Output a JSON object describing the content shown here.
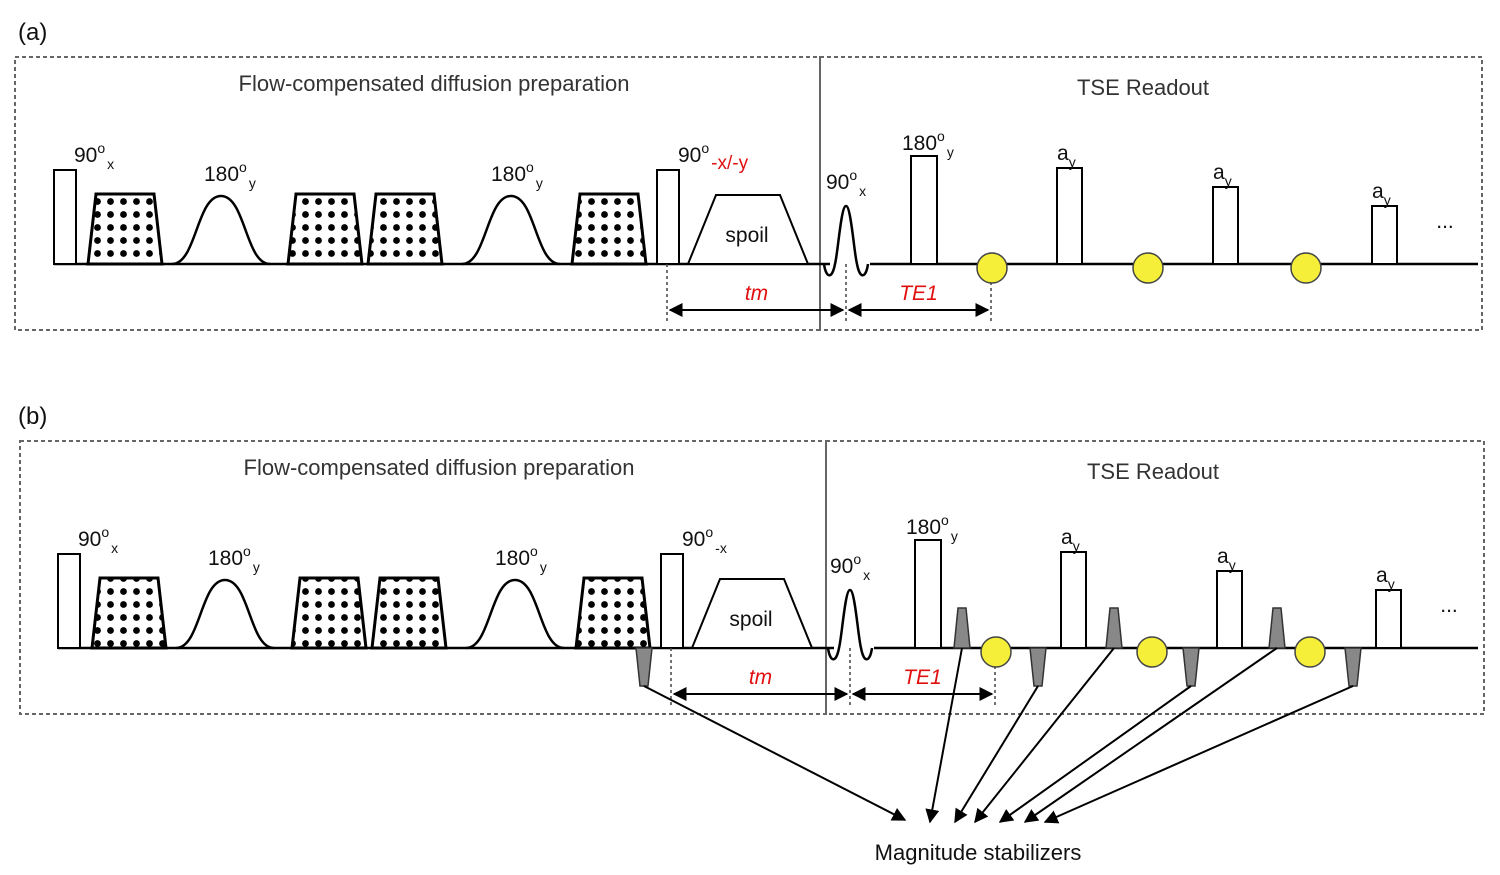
{
  "panels": [
    {
      "label": "(a)",
      "prep_title": "Flow-compensated diffusion preparation",
      "readout_title": "TSE Readout",
      "pulse_90x": {
        "main": "90",
        "sup": "o",
        "sub": "x"
      },
      "pulse_180y_1": {
        "main": "180",
        "sup": "o",
        "sub": "y"
      },
      "pulse_180y_2": {
        "main": "180",
        "sup": "o",
        "sub": "y"
      },
      "pulse_90_return": {
        "main": "90",
        "sup": "o",
        "sub": "-x/-y"
      },
      "spoil_label": "spoil",
      "readout_90x": {
        "main": "90",
        "sup": "o",
        "sub": "x"
      },
      "readout_180y": {
        "main": "180",
        "sup": "o",
        "sub": "y"
      },
      "refocus_label": {
        "main": "a",
        "sub": "y"
      },
      "ellipsis": "...",
      "tm_label": "tm",
      "te1_label": "TE1"
    },
    {
      "label": "(b)",
      "prep_title": "Flow-compensated diffusion preparation",
      "readout_title": "TSE Readout",
      "pulse_90x": {
        "main": "90",
        "sup": "o",
        "sub": "x"
      },
      "pulse_180y_1": {
        "main": "180",
        "sup": "o",
        "sub": "y"
      },
      "pulse_180y_2": {
        "main": "180",
        "sup": "o",
        "sub": "y"
      },
      "pulse_90_return": {
        "main": "90",
        "sup": "o",
        "sub": "-x"
      },
      "spoil_label": "spoil",
      "readout_90x": {
        "main": "90",
        "sup": "o",
        "sub": "x"
      },
      "readout_180y": {
        "main": "180",
        "sup": "o",
        "sub": "y"
      },
      "refocus_label": {
        "main": "a",
        "sub": "y"
      },
      "ellipsis": "...",
      "tm_label": "tm",
      "te1_label": "TE1"
    }
  ],
  "stabilizer_caption": "Magnitude stabilizers",
  "colors": {
    "echo": "#f6ef3a",
    "timing_label": "#e01010",
    "stabilizer": "#888888"
  }
}
